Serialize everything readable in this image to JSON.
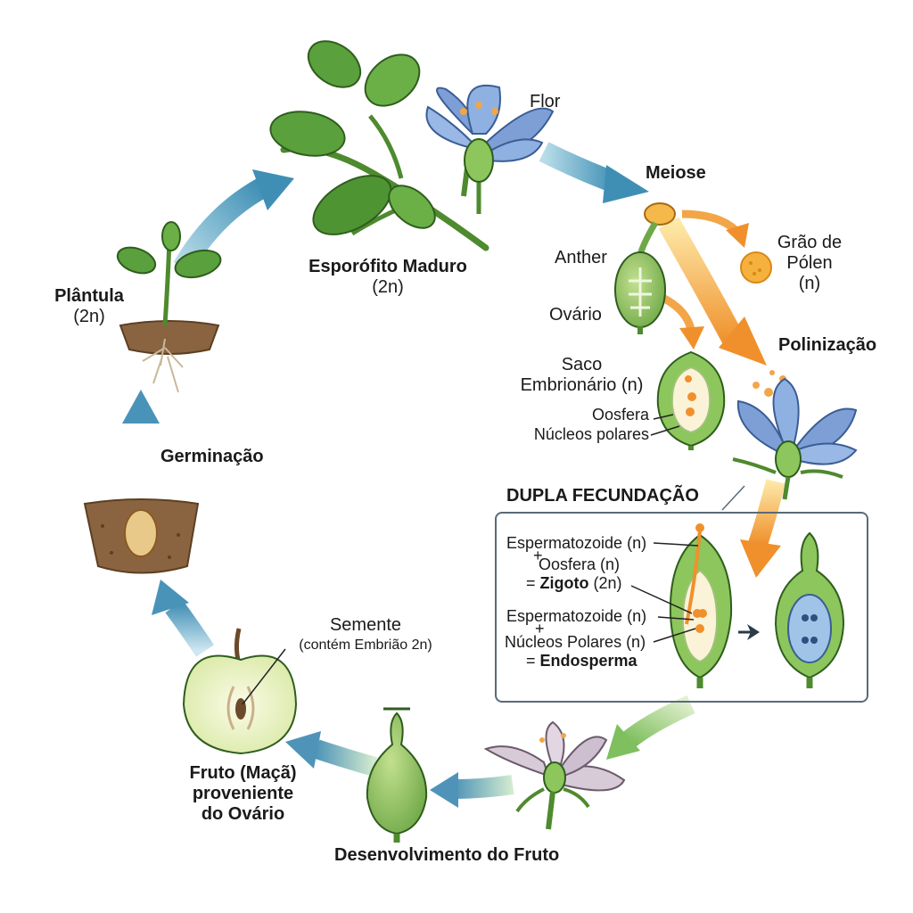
{
  "diagram": {
    "flower_label": "Flor",
    "meiosis_label": "Meiose",
    "anther_label": "Anther",
    "ovary_label": "Ovário",
    "pollen_label": [
      "Grão de",
      "Pólen",
      "(n)"
    ],
    "pollination_label": "Polinização",
    "embryo_sac_label": [
      "Saco",
      "Embrionário (n)"
    ],
    "egg_cell_label": "Oosfera",
    "polar_nuclei_label": "Núcleos polares",
    "sporophyte_label": [
      "Esporófito Maduro",
      "(2n)"
    ],
    "seedling_label": [
      "Plântula",
      "(2n)"
    ],
    "germination_label": "Germinação",
    "double_fert_title": "DUPLA FECUNDAÇÃO",
    "fert_lines": {
      "sperm1": "Espermatozoide (n)",
      "plus1": "+",
      "egg": "Oosfera (n)",
      "eq1": "= ",
      "zygote": "Zigoto",
      "zygote_ploidy": " (2n)",
      "sperm2": "Espermatozoide (n)",
      "plus2": "+",
      "polar": "Núcleos Polares (n)",
      "eq2": "= ",
      "endosperm": "Endosperma"
    },
    "seed_label": [
      "Semente",
      "(contém Embrião 2n)"
    ],
    "fruit_label": [
      "Fruto (Maçã)",
      "proveniente",
      "do Ovário"
    ],
    "fruit_dev_label": "Desenvolvimento do Fruto",
    "colors": {
      "arrow_blue": "#8fc3d9",
      "arrow_orange": "#f2a648",
      "arrow_green": "#a9cf8f",
      "leaf_green": "#5aa03c",
      "petal_blue": "#7d9fd6",
      "soil_brown": "#8a6440"
    }
  }
}
